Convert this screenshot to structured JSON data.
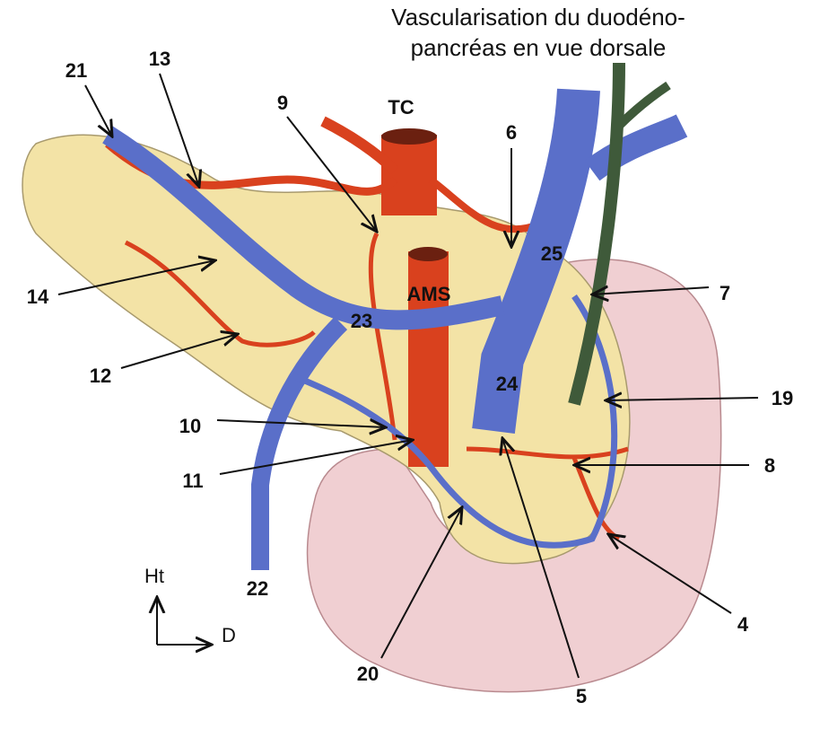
{
  "title": {
    "line1": "Vascularisation du duodéno-",
    "line2": "pancréas en vue dorsale"
  },
  "labels": {
    "l21": "21",
    "l13": "13",
    "l9": "9",
    "TC": "TC",
    "l6": "6",
    "l25": "25",
    "l7": "7",
    "AMS": "AMS",
    "l14": "14",
    "l23": "23",
    "l12": "12",
    "l24": "24",
    "l19": "19",
    "l10": "10",
    "l11": "11",
    "l8": "8",
    "l22": "22",
    "l4": "4",
    "l20": "20",
    "l5": "5"
  },
  "axes": {
    "up": "Ht",
    "right": "D"
  },
  "colors": {
    "artery": "#d9411e",
    "vein": "#5a6fc9",
    "bile": "#3f5a3a",
    "pancreas": "#f3e3a6",
    "duodenum": "#f0cfd2"
  }
}
